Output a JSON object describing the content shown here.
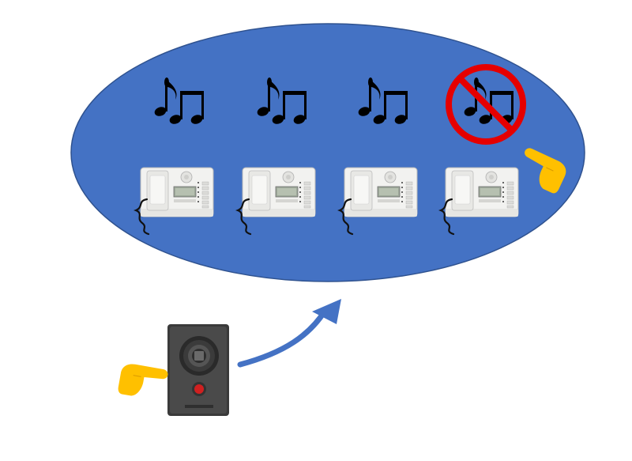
{
  "diagram": {
    "group_color": "#4472C4",
    "group_border": "#2F528F",
    "arrow_color": "#4472C4",
    "hand_color": "#FFC000",
    "prohibit_color": "#E50000",
    "phones": [
      {
        "id": "phone-1",
        "icon": "music-note-icon",
        "muted": false,
        "pressed": false
      },
      {
        "id": "phone-2",
        "icon": "music-note-icon",
        "muted": false,
        "pressed": false
      },
      {
        "id": "phone-3",
        "icon": "music-note-icon",
        "muted": false,
        "pressed": false
      },
      {
        "id": "phone-4",
        "icon": "music-note-icon",
        "muted": true,
        "pressed": true
      }
    ],
    "trigger": {
      "icon": "emergency-call-station-icon",
      "pressed": true
    }
  }
}
